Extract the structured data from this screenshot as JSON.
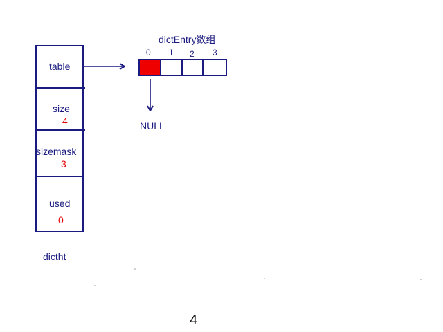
{
  "colors": {
    "stroke": "#1a1a80",
    "value": "#e00000",
    "active_cell_fill": "#ee0000",
    "background": "#ffffff",
    "page_number": "#111111"
  },
  "dictht": {
    "label": "dictht",
    "fields": [
      {
        "name": "table",
        "value": ""
      },
      {
        "name": "size",
        "value": "4"
      },
      {
        "name": "sizemask",
        "value": "3"
      },
      {
        "name": "used",
        "value": "0"
      }
    ]
  },
  "array": {
    "title": "dictEntry数组",
    "indices": [
      "0",
      "1",
      "2",
      "3"
    ],
    "highlighted_index": 0
  },
  "null_label": "NULL",
  "page_number": "4"
}
